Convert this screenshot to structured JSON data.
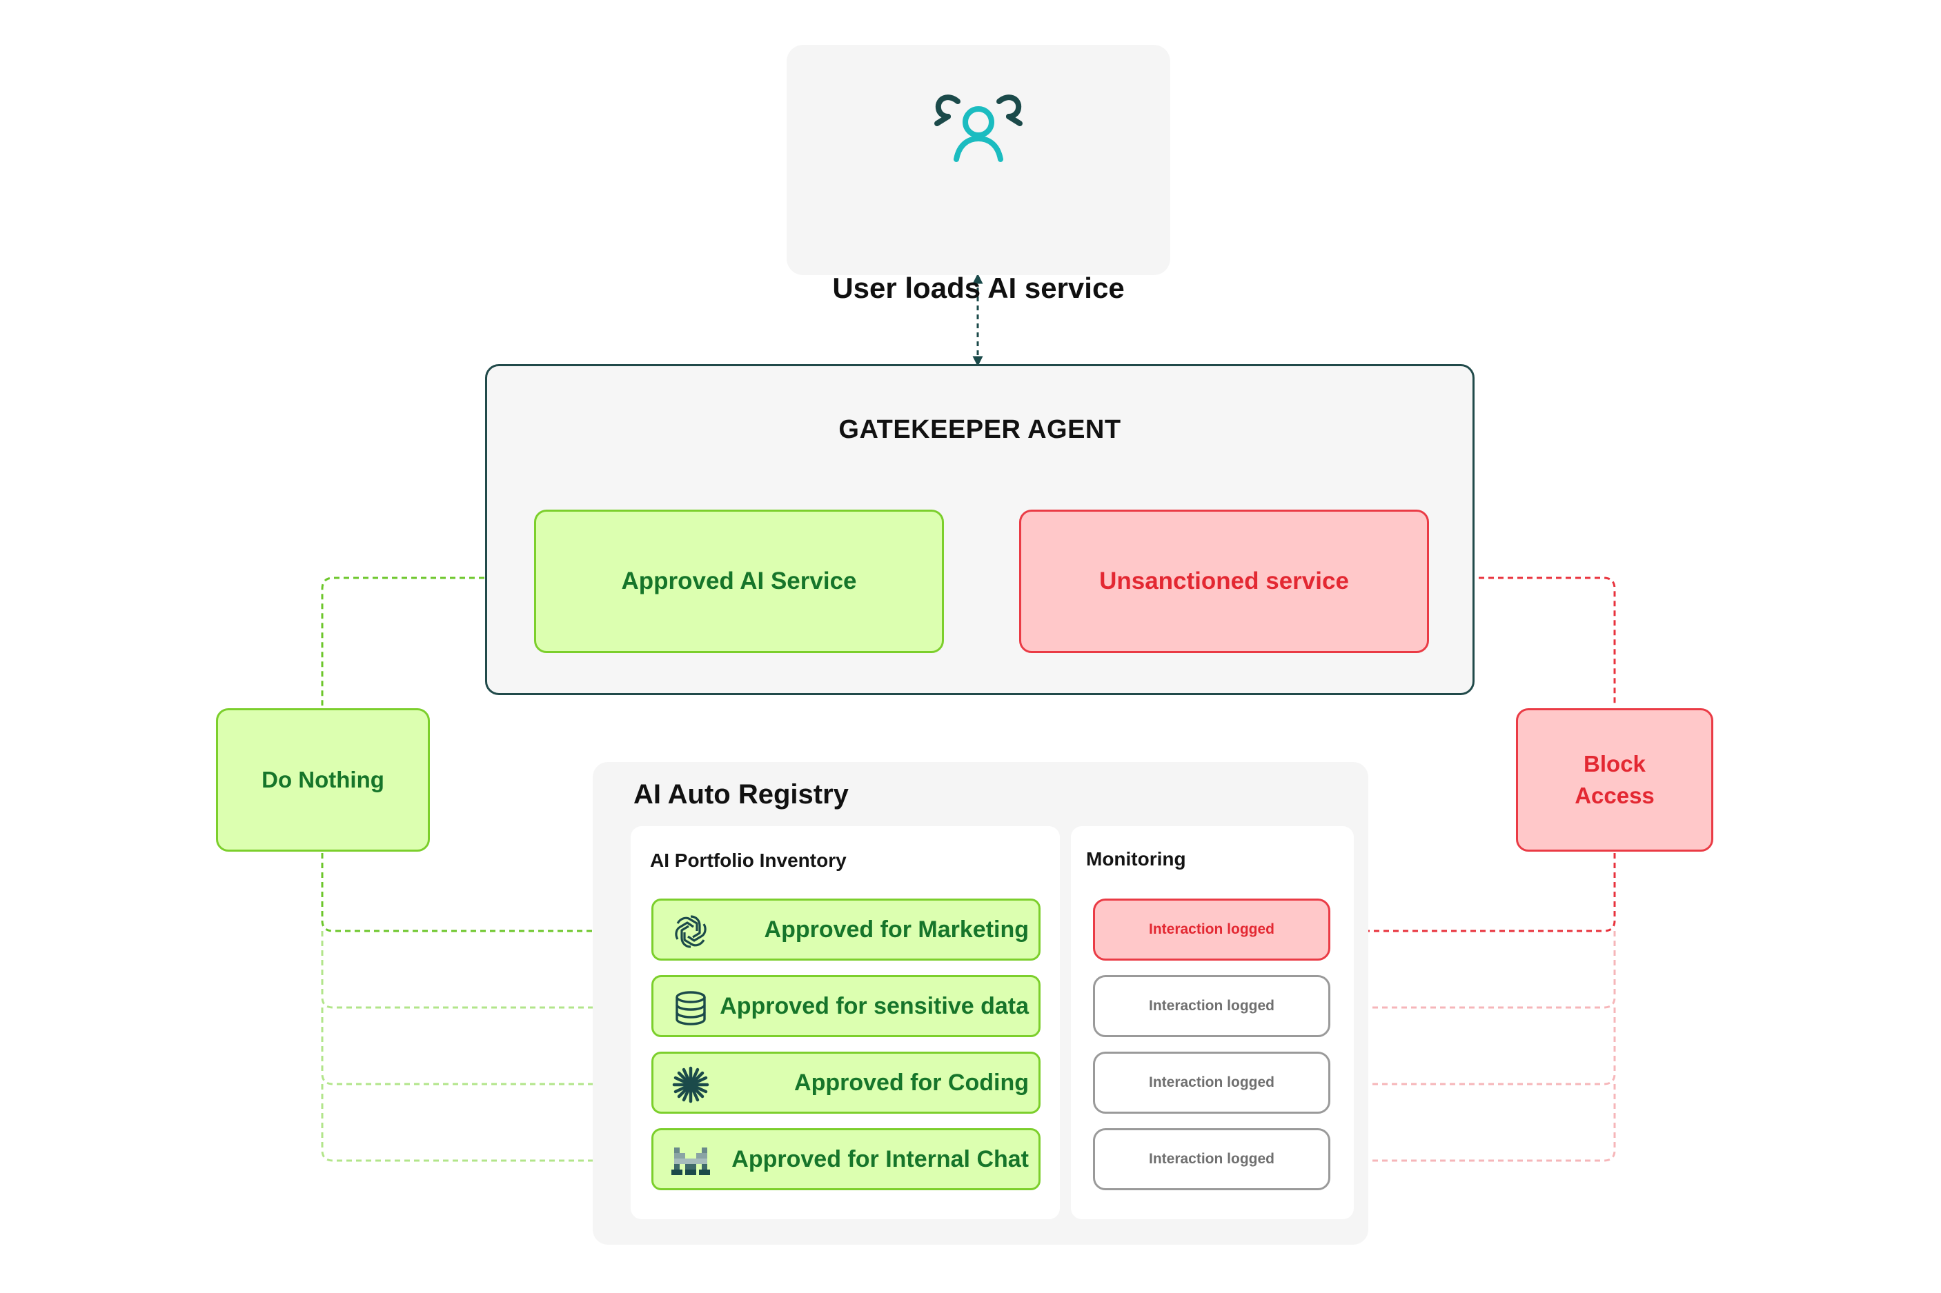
{
  "user": {
    "title": "User loads AI service"
  },
  "gatekeeper": {
    "title": "GATEKEEPER AGENT",
    "approved_label": "Approved AI Service",
    "unsanctioned_label": "Unsanctioned service"
  },
  "actions": {
    "do_nothing": "Do Nothing",
    "block_access": "Block\nAccess"
  },
  "registry": {
    "title": "AI Auto Registry",
    "portfolio": {
      "title": "AI Portfolio Inventory",
      "items": [
        {
          "label": "Approved for Marketing",
          "icon": "openai-icon"
        },
        {
          "label": "Approved for sensitive data",
          "icon": "database-icon"
        },
        {
          "label": "Approved for Coding",
          "icon": "starburst-icon"
        },
        {
          "label": "Approved for Internal Chat",
          "icon": "pixel-m-icon"
        }
      ]
    },
    "monitoring": {
      "title": "Monitoring",
      "items": [
        {
          "label": "Interaction logged",
          "state": "active"
        },
        {
          "label": "Interaction logged",
          "state": "idle"
        },
        {
          "label": "Interaction logged",
          "state": "idle"
        },
        {
          "label": "Interaction logged",
          "state": "idle"
        }
      ]
    }
  },
  "colors": {
    "approved_fill": "#dcffb0",
    "approved_border": "#7ccf2c",
    "approved_text": "#16752a",
    "blocked_fill": "#ffc8c9",
    "blocked_border": "#ea3b45",
    "blocked_text": "#e32832",
    "frame_border": "#214a4a",
    "icon_dark": "#1b4a4a",
    "icon_teal": "#1bbcc0"
  }
}
